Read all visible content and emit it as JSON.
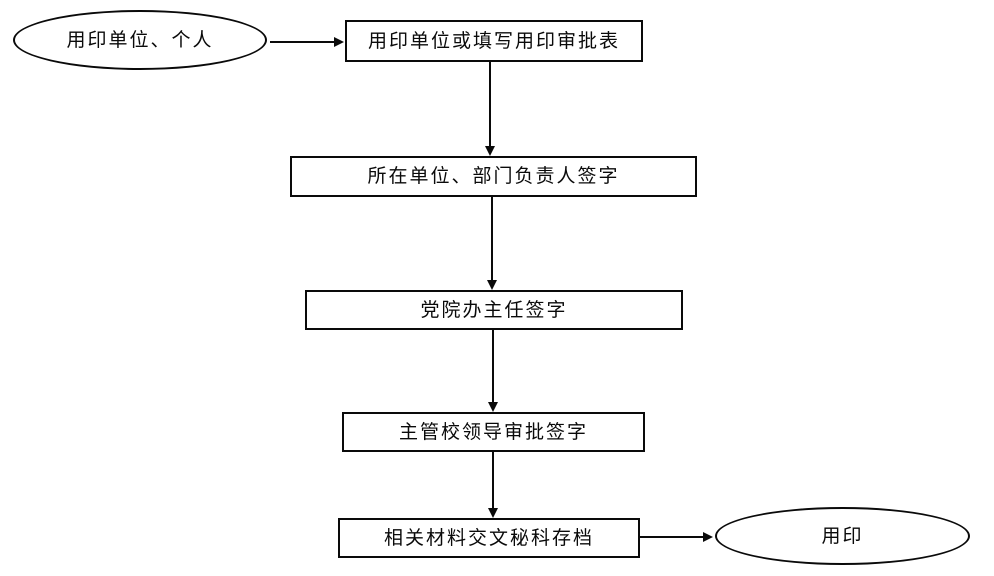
{
  "diagram": {
    "type": "flowchart",
    "colors": {
      "line": "#0a0a0a",
      "background": "#ffffff",
      "node_fill": "#ffffff"
    },
    "nodes": {
      "start": {
        "label": "用印单位、个人",
        "shape": "ellipse"
      },
      "step1": {
        "label": "用印单位或填写用印审批表",
        "shape": "rect"
      },
      "step2": {
        "label": "所在单位、部门负责人签字",
        "shape": "rect"
      },
      "step3": {
        "label": "党院办主任签字",
        "shape": "rect"
      },
      "step4": {
        "label": "主管校领导审批签字",
        "shape": "rect"
      },
      "step5": {
        "label": "相关材料交文秘科存档",
        "shape": "rect"
      },
      "end": {
        "label": "用印",
        "shape": "ellipse"
      }
    },
    "edges": [
      {
        "from": "start",
        "to": "step1",
        "direction": "right"
      },
      {
        "from": "step1",
        "to": "step2",
        "direction": "down"
      },
      {
        "from": "step2",
        "to": "step3",
        "direction": "down"
      },
      {
        "from": "step3",
        "to": "step4",
        "direction": "down"
      },
      {
        "from": "step4",
        "to": "step5",
        "direction": "down"
      },
      {
        "from": "step5",
        "to": "end",
        "direction": "right"
      }
    ]
  }
}
